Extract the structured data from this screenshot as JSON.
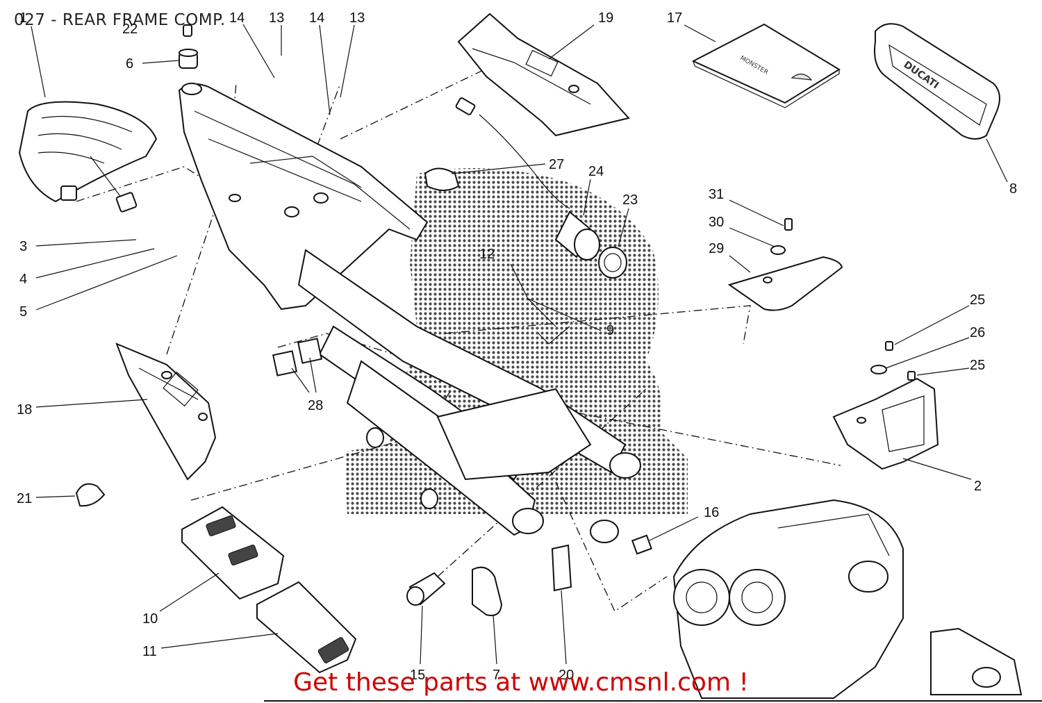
{
  "title": "027 - REAR FRAME COMP.",
  "promo_text": "Get these parts at www.cmsnl.com !",
  "box_label": "MONSTER",
  "callouts": [
    "1",
    "22",
    "14",
    "13",
    "14",
    "13",
    "6",
    "19",
    "17",
    "8",
    "3",
    "4",
    "5",
    "27",
    "24",
    "23",
    "31",
    "30",
    "29",
    "12",
    "9",
    "25",
    "26",
    "25",
    "18",
    "28",
    "2",
    "21",
    "16",
    "10",
    "11",
    "15",
    "7",
    "20"
  ]
}
